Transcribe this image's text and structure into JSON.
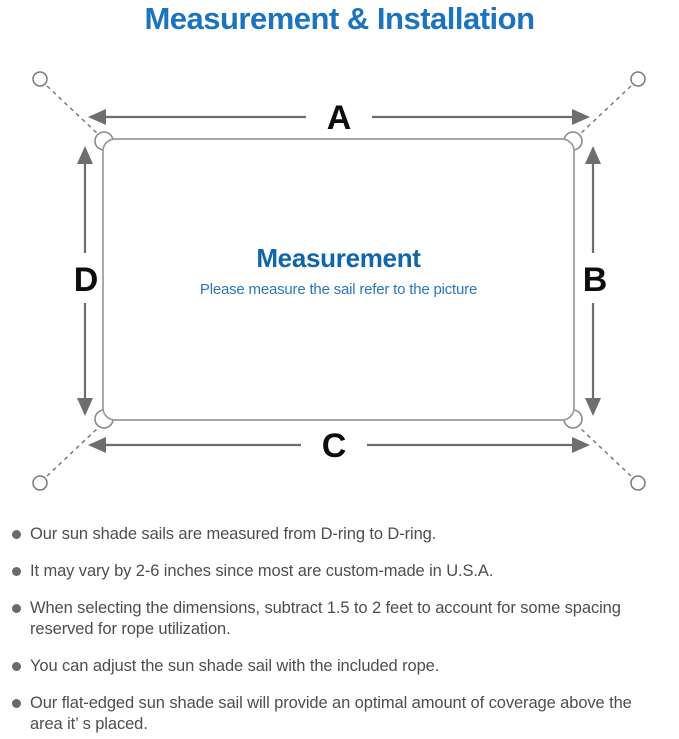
{
  "title": "Measurement & Installation",
  "diagram": {
    "center_heading": "Measurement",
    "center_subtitle": "Please measure the sail refer to the picture",
    "labels": {
      "top": "A",
      "right": "B",
      "bottom": "C",
      "left": "D"
    },
    "icons": {
      "anchor_point": "open-circle",
      "d_ring": "corner-ring",
      "tether": "dashed-line",
      "dimension_arrow": "double-headed-arrow"
    }
  },
  "notes": {
    "items": [
      "Our sun shade sails are measured from D-ring to D-ring.",
      "It may vary by 2-6 inches since most are custom-made in U.S.A.",
      "When selecting the dimensions, subtract 1.5 to 2 feet to account for some spacing reserved for rope utilization.",
      "You can adjust the sun shade sail with the included rope.",
      "Our flat-edged sun shade sail will provide an optimal amount of coverage above the area it’ s placed."
    ]
  },
  "colors": {
    "title_blue": "#1b74bd",
    "heading_blue": "#1165ac",
    "subtitle_blue": "#2a77bf",
    "diagram_gray": "#6e6e6e",
    "outline_gray": "#9b9b9b",
    "label_black": "#0d0d0d",
    "note_text_gray": "#4e4e4e"
  }
}
